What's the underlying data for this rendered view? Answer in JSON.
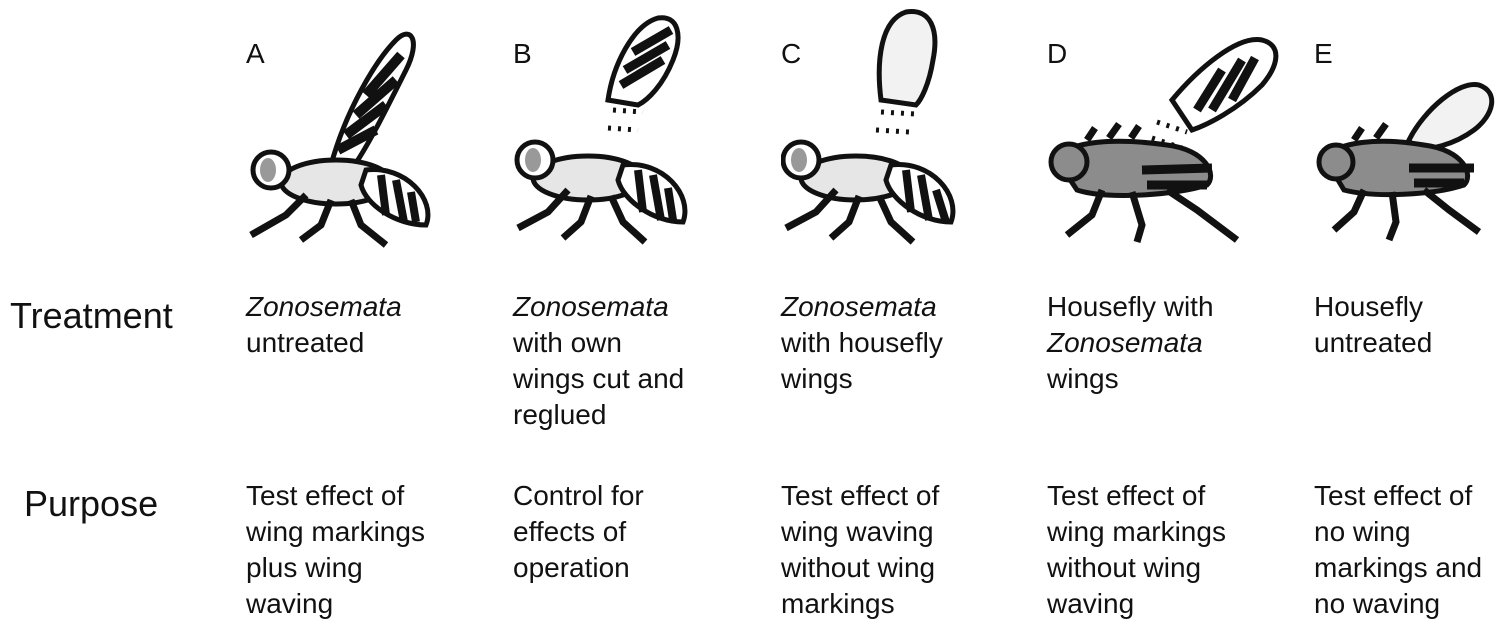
{
  "row_labels": {
    "treatment": "Treatment",
    "purpose": "Purpose"
  },
  "columns": [
    {
      "letter": "A",
      "treatment": [
        {
          "text": "Zonosemata",
          "italic": true
        },
        {
          "text": "untreated",
          "italic": false
        }
      ],
      "purpose": [
        "Test effect of",
        "wing markings",
        "plus wing",
        "waving"
      ]
    },
    {
      "letter": "B",
      "treatment": [
        {
          "text": "Zonosemata",
          "italic": true
        },
        {
          "text": "with own",
          "italic": false
        },
        {
          "text": "wings cut and",
          "italic": false
        },
        {
          "text": "reglued",
          "italic": false
        }
      ],
      "purpose": [
        "Control for",
        "effects of",
        "operation"
      ]
    },
    {
      "letter": "C",
      "treatment": [
        {
          "text": "Zonosemata",
          "italic": true
        },
        {
          "text": "with housefly",
          "italic": false
        },
        {
          "text": "wings",
          "italic": false
        }
      ],
      "purpose": [
        "Test effect of",
        "wing waving",
        "without wing",
        "markings"
      ]
    },
    {
      "letter": "D",
      "treatment": [
        {
          "text": "Housefly with",
          "italic": false
        },
        {
          "text": "Zonosemata",
          "italic": true
        },
        {
          "text": "wings",
          "italic": false
        }
      ],
      "purpose": [
        "Test effect of",
        "wing markings",
        "without wing",
        "waving"
      ]
    },
    {
      "letter": "E",
      "treatment": [
        {
          "text": "Housefly",
          "italic": false
        },
        {
          "text": "untreated",
          "italic": false
        }
      ],
      "purpose": [
        "Test effect of",
        "no wing",
        "markings and",
        "no waving"
      ]
    }
  ],
  "illustrations": [
    "zonosemata-fly",
    "zonosemata-fly-reglued",
    "zonosemata-fly-housefly-wings",
    "housefly-zonosemata-wings",
    "housefly"
  ],
  "colors": {
    "ink": "#111111",
    "body_light": "#e6e6e6",
    "housefly_gray": "#8c8c8c",
    "wing_clear": "#f2f2f2"
  }
}
